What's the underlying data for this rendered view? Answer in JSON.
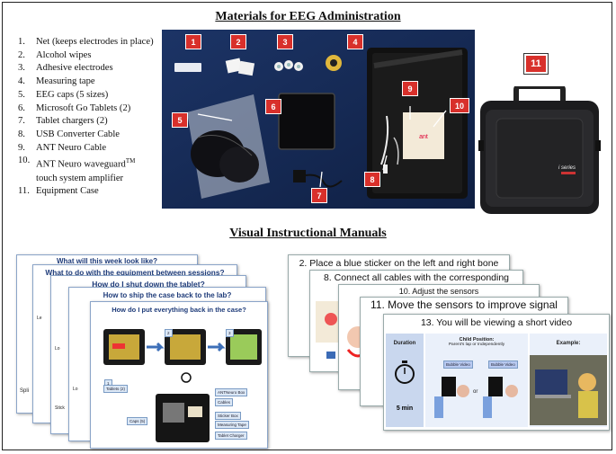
{
  "section1": {
    "title": "Materials for EEG Administration",
    "materials": [
      {
        "num": "1.",
        "text": "Net (keeps electrodes in place)"
      },
      {
        "num": "2.",
        "text": "Alcohol wipes"
      },
      {
        "num": "3.",
        "text": "Adhesive electrodes"
      },
      {
        "num": "4.",
        "text": "Measuring tape"
      },
      {
        "num": "5.",
        "text": "EEG caps (5 sizes)"
      },
      {
        "num": "6.",
        "text": "Microsoft Go Tablets (2)"
      },
      {
        "num": "7.",
        "text": "Tablet chargers (2)"
      },
      {
        "num": "8.",
        "text": "USB Converter Cable"
      },
      {
        "num": "9.",
        "text": "ANT Neuro Cable"
      },
      {
        "num": "10.",
        "text": "ANT Neuro waveguard",
        "sup": "TM",
        "cont": "touch system amplifier"
      },
      {
        "num": "11.",
        "text": "Equipment Case"
      }
    ],
    "photo_labels": [
      "1",
      "2",
      "3",
      "4",
      "5",
      "6",
      "7",
      "8",
      "9",
      "10"
    ],
    "case_label": "11",
    "case_brand": "i series"
  },
  "section2": {
    "title": "Visual Instructional Manuals",
    "left_slides": [
      "What will this week look like?",
      "What to do with the equipment between sessions?",
      "How do I shut down the tablet?",
      "How to ship the case back to the lab?",
      "How do I put everything back in the case?"
    ],
    "left_front": {
      "step_nums": [
        "1",
        "2",
        "3"
      ],
      "tags": [
        "Tablets (2)",
        "ANTNeuro Box",
        "Cables",
        "Sticker Box",
        "Measuring Tape",
        "Caps (5)",
        "Tablet Charger"
      ]
    },
    "left_peek": [
      "Spli",
      "Le",
      "Lo",
      "Stick",
      "Lo"
    ],
    "right_slides": [
      "2. Place a blue sticker on the left and right bone",
      "8. Connect all cables with the corresponding",
      "10. Adjust the sensors",
      "11. Move the sensors to improve signal",
      "13. You will be viewing a short video"
    ],
    "right_front": {
      "duration_label": "Duration",
      "duration_value": "5 min",
      "child_position_label": "Child Position:",
      "child_position_sub": "Parent's lap or Independently",
      "bubble_video_1": "Bubble Video",
      "bubble_video_2": "Bubble Video",
      "or_text": "or",
      "example_label": "Example:"
    }
  },
  "colors": {
    "red_label": "#d8302b",
    "slide_title_blue": "#1f3c7a",
    "photo_bg": "#162a55"
  }
}
